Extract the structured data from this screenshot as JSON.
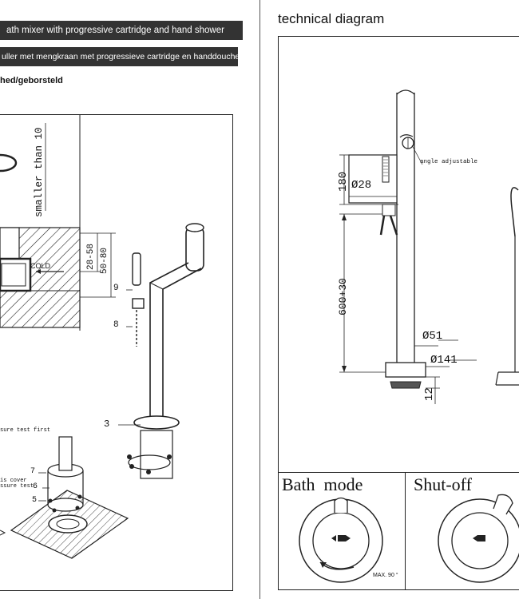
{
  "left_page": {
    "title_en": "ath mixer with progressive cartridge and hand shower",
    "title_nl": "uller met mengkraan met progressieve cartridge en handdouche",
    "finish": "hed/geborsteld",
    "labels": {
      "smaller_than": "smaller than 10",
      "dim_28_58": "28-58",
      "dim_50_80": "50-80",
      "cold": "COLD",
      "callout_9": "9",
      "callout_8": "8",
      "callout_3": "3",
      "callout_7": "7",
      "callout_6": "6",
      "callout_5": "5",
      "note_test_first": "sure test first",
      "note_cover": "is cover",
      "note_pressure_test": "ssure test"
    }
  },
  "right_page": {
    "heading": "technical diagram",
    "labels": {
      "dim_180": "180",
      "dim_d28": "Ø28",
      "angle_adjustable": "angle adjustable",
      "dim_600": "600+30",
      "dim_d51": "Ø51",
      "dim_d141": "Ø141",
      "dim_12": "12"
    },
    "modes": {
      "bath_mode": "Bath  mode",
      "shut_off": "Shut-off",
      "max_angle": "MAX. 90 °"
    }
  }
}
